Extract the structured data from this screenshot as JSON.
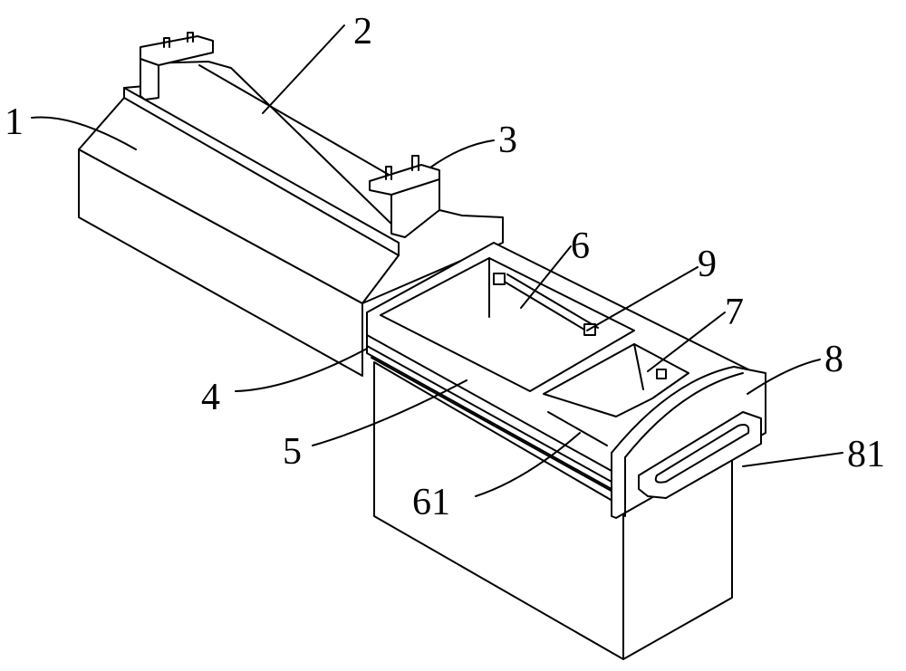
{
  "figure": {
    "labels": {
      "housing": "1",
      "cover": "2",
      "bracket": "3",
      "slide_rail": "4",
      "slider": "5",
      "drawer_compartment": "6",
      "partition": "7",
      "front_panel": "8",
      "handle": "81",
      "rail_strip": "61",
      "rod": "9"
    }
  }
}
